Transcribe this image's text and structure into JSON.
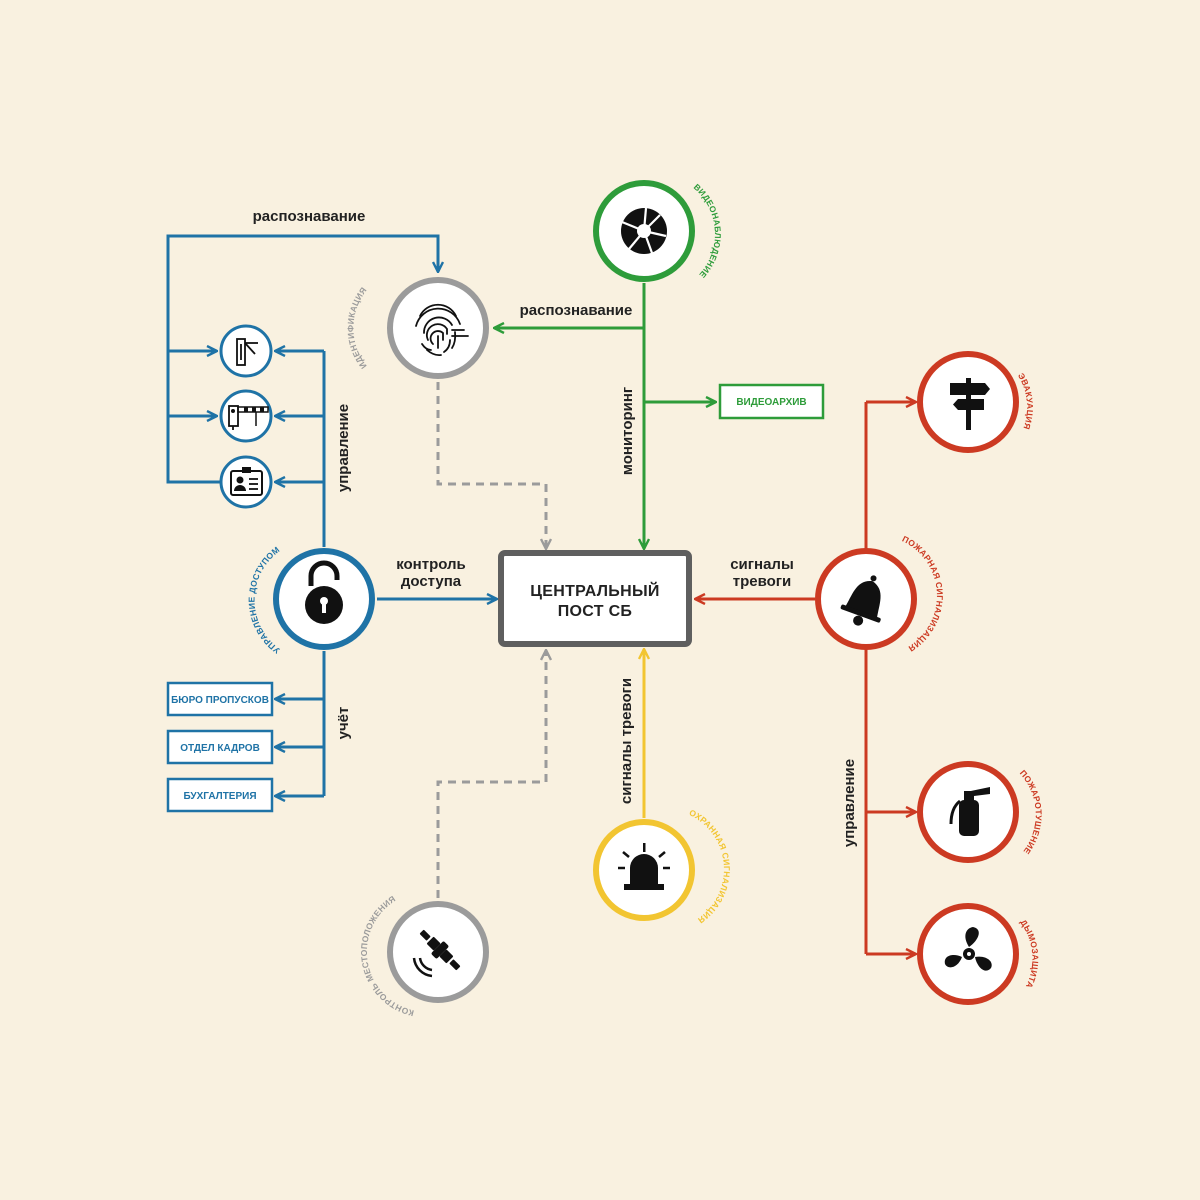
{
  "colors": {
    "background": "#f9f1e0",
    "blue": "#1f73a6",
    "green": "#2e9c3a",
    "red": "#cc3a22",
    "yellow": "#f2c531",
    "gray": "#9b9b9b",
    "center_border": "#5f5f5f"
  },
  "center": {
    "line1": "ЦЕНТРАЛЬНЫЙ",
    "line2": "ПОСТ СБ"
  },
  "nodes": {
    "access": {
      "ring_label": "УПРАВЛЕНИЕ ДОСТУПОМ",
      "icon": "padlock-icon"
    },
    "identification": {
      "ring_label": "ИДЕНТИФИКАЦИЯ",
      "icon": "fingerprint-icon"
    },
    "video": {
      "ring_label": "ВИДЕОНАБЛЮДЕНИЕ",
      "icon": "camera-aperture-icon"
    },
    "fire_alarm": {
      "ring_label": "ПОЖАРНАЯ СИГНАЛИЗАЦИЯ",
      "icon": "bell-icon"
    },
    "evacuation": {
      "ring_label": "ЭВАКУАЦИЯ",
      "icon": "signpost-icon"
    },
    "extinguishing": {
      "ring_label": "ПОЖАРОТУШЕНИЕ",
      "icon": "fire-extinguisher-icon"
    },
    "smoke": {
      "ring_label": "ДЫМОЗАЩИТА",
      "icon": "fan-icon"
    },
    "security_alarm": {
      "ring_label": "ОХРАННАЯ СИГНАЛИЗАЦИЯ",
      "icon": "siren-icon"
    },
    "location": {
      "ring_label": "КОНТРОЛЬ МЕСТОПОЛОЖЕНИЯ",
      "icon": "satellite-icon"
    },
    "turnstile": {
      "icon": "turnstile-icon"
    },
    "barrier": {
      "icon": "barrier-gate-icon"
    },
    "badge": {
      "icon": "id-badge-icon"
    }
  },
  "boxes": {
    "video_archive": "ВИДЕОАРХИВ",
    "pass_office": "БЮРО ПРОПУСКОВ",
    "hr_department": "ОТДЕЛ КАДРОВ",
    "accounting": "БУХГАЛТЕРИЯ"
  },
  "labels": {
    "recognition_top": "распознавание",
    "recognition_video": "распознавание",
    "monitoring": "мониторинг",
    "control_left": "управление",
    "accounting_left": "учёт",
    "access_control_1": "контроль",
    "access_control_2": "доступа",
    "alarm_signals_1": "сигналы",
    "alarm_signals_2": "тревоги",
    "alarm_signals_bottom": "сигналы тревоги",
    "control_right": "управление"
  }
}
